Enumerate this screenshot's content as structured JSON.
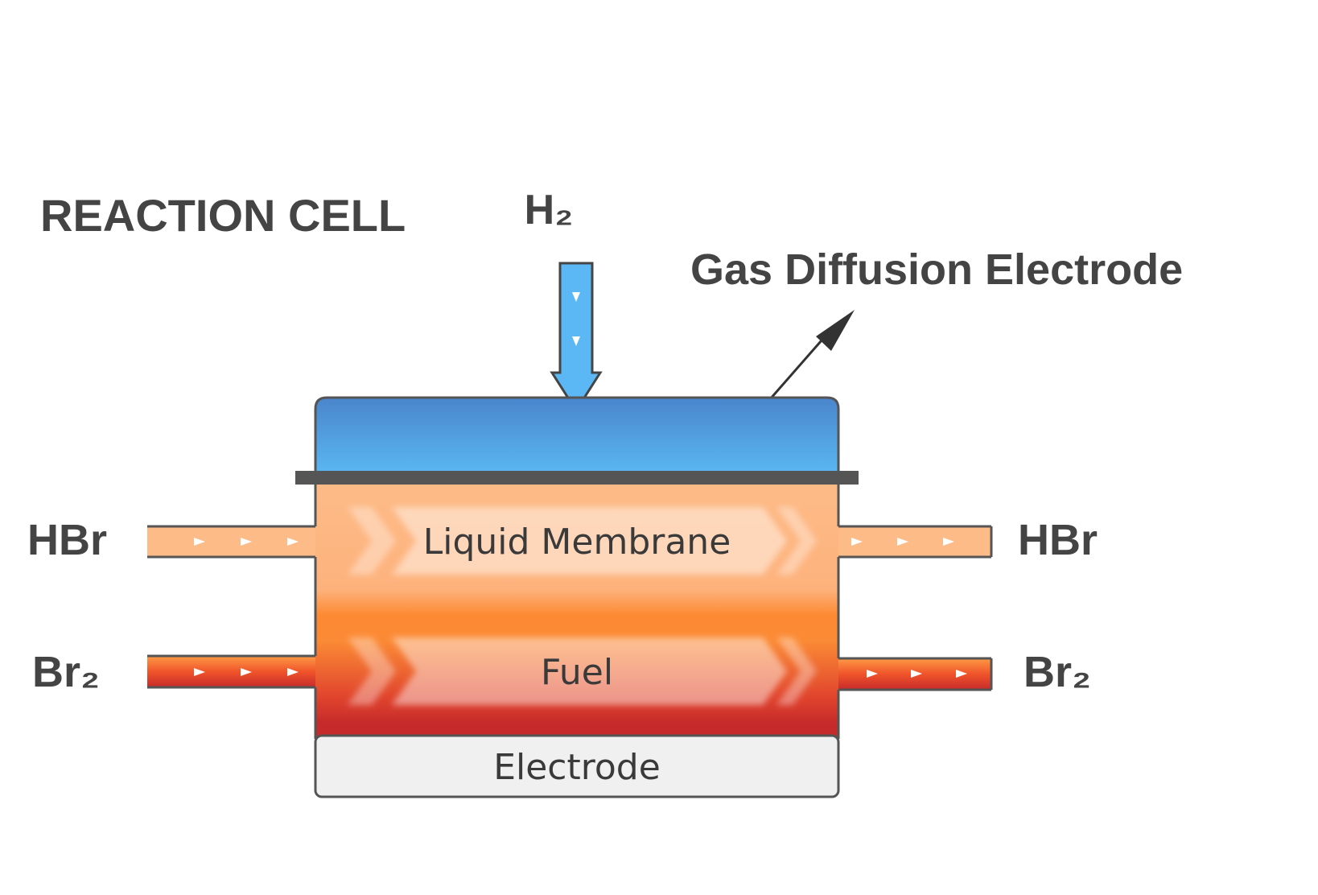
{
  "title": "REACTION CELL",
  "labels": {
    "h2": "H₂",
    "gde": "Gas Diffusion Electrode",
    "hbr_left": "HBr",
    "hbr_right": "HBr",
    "br2_left": "Br₂",
    "br2_right": "Br₂",
    "liquid_membrane": "Liquid Membrane",
    "fuel": "Fuel",
    "electrode": "Electrode"
  },
  "colors": {
    "text": "#444444",
    "gde_top": "#4a85cc",
    "gde_bottom": "#5ab8f2",
    "h2_arrow": "#5cb8f5",
    "membrane": "#fdbb88",
    "fuel_mid": "#fd8a33",
    "fuel_bottom": "#c62a2a",
    "electrode": "#f0f0f0",
    "separator": "#555555",
    "outline": "#555555"
  }
}
